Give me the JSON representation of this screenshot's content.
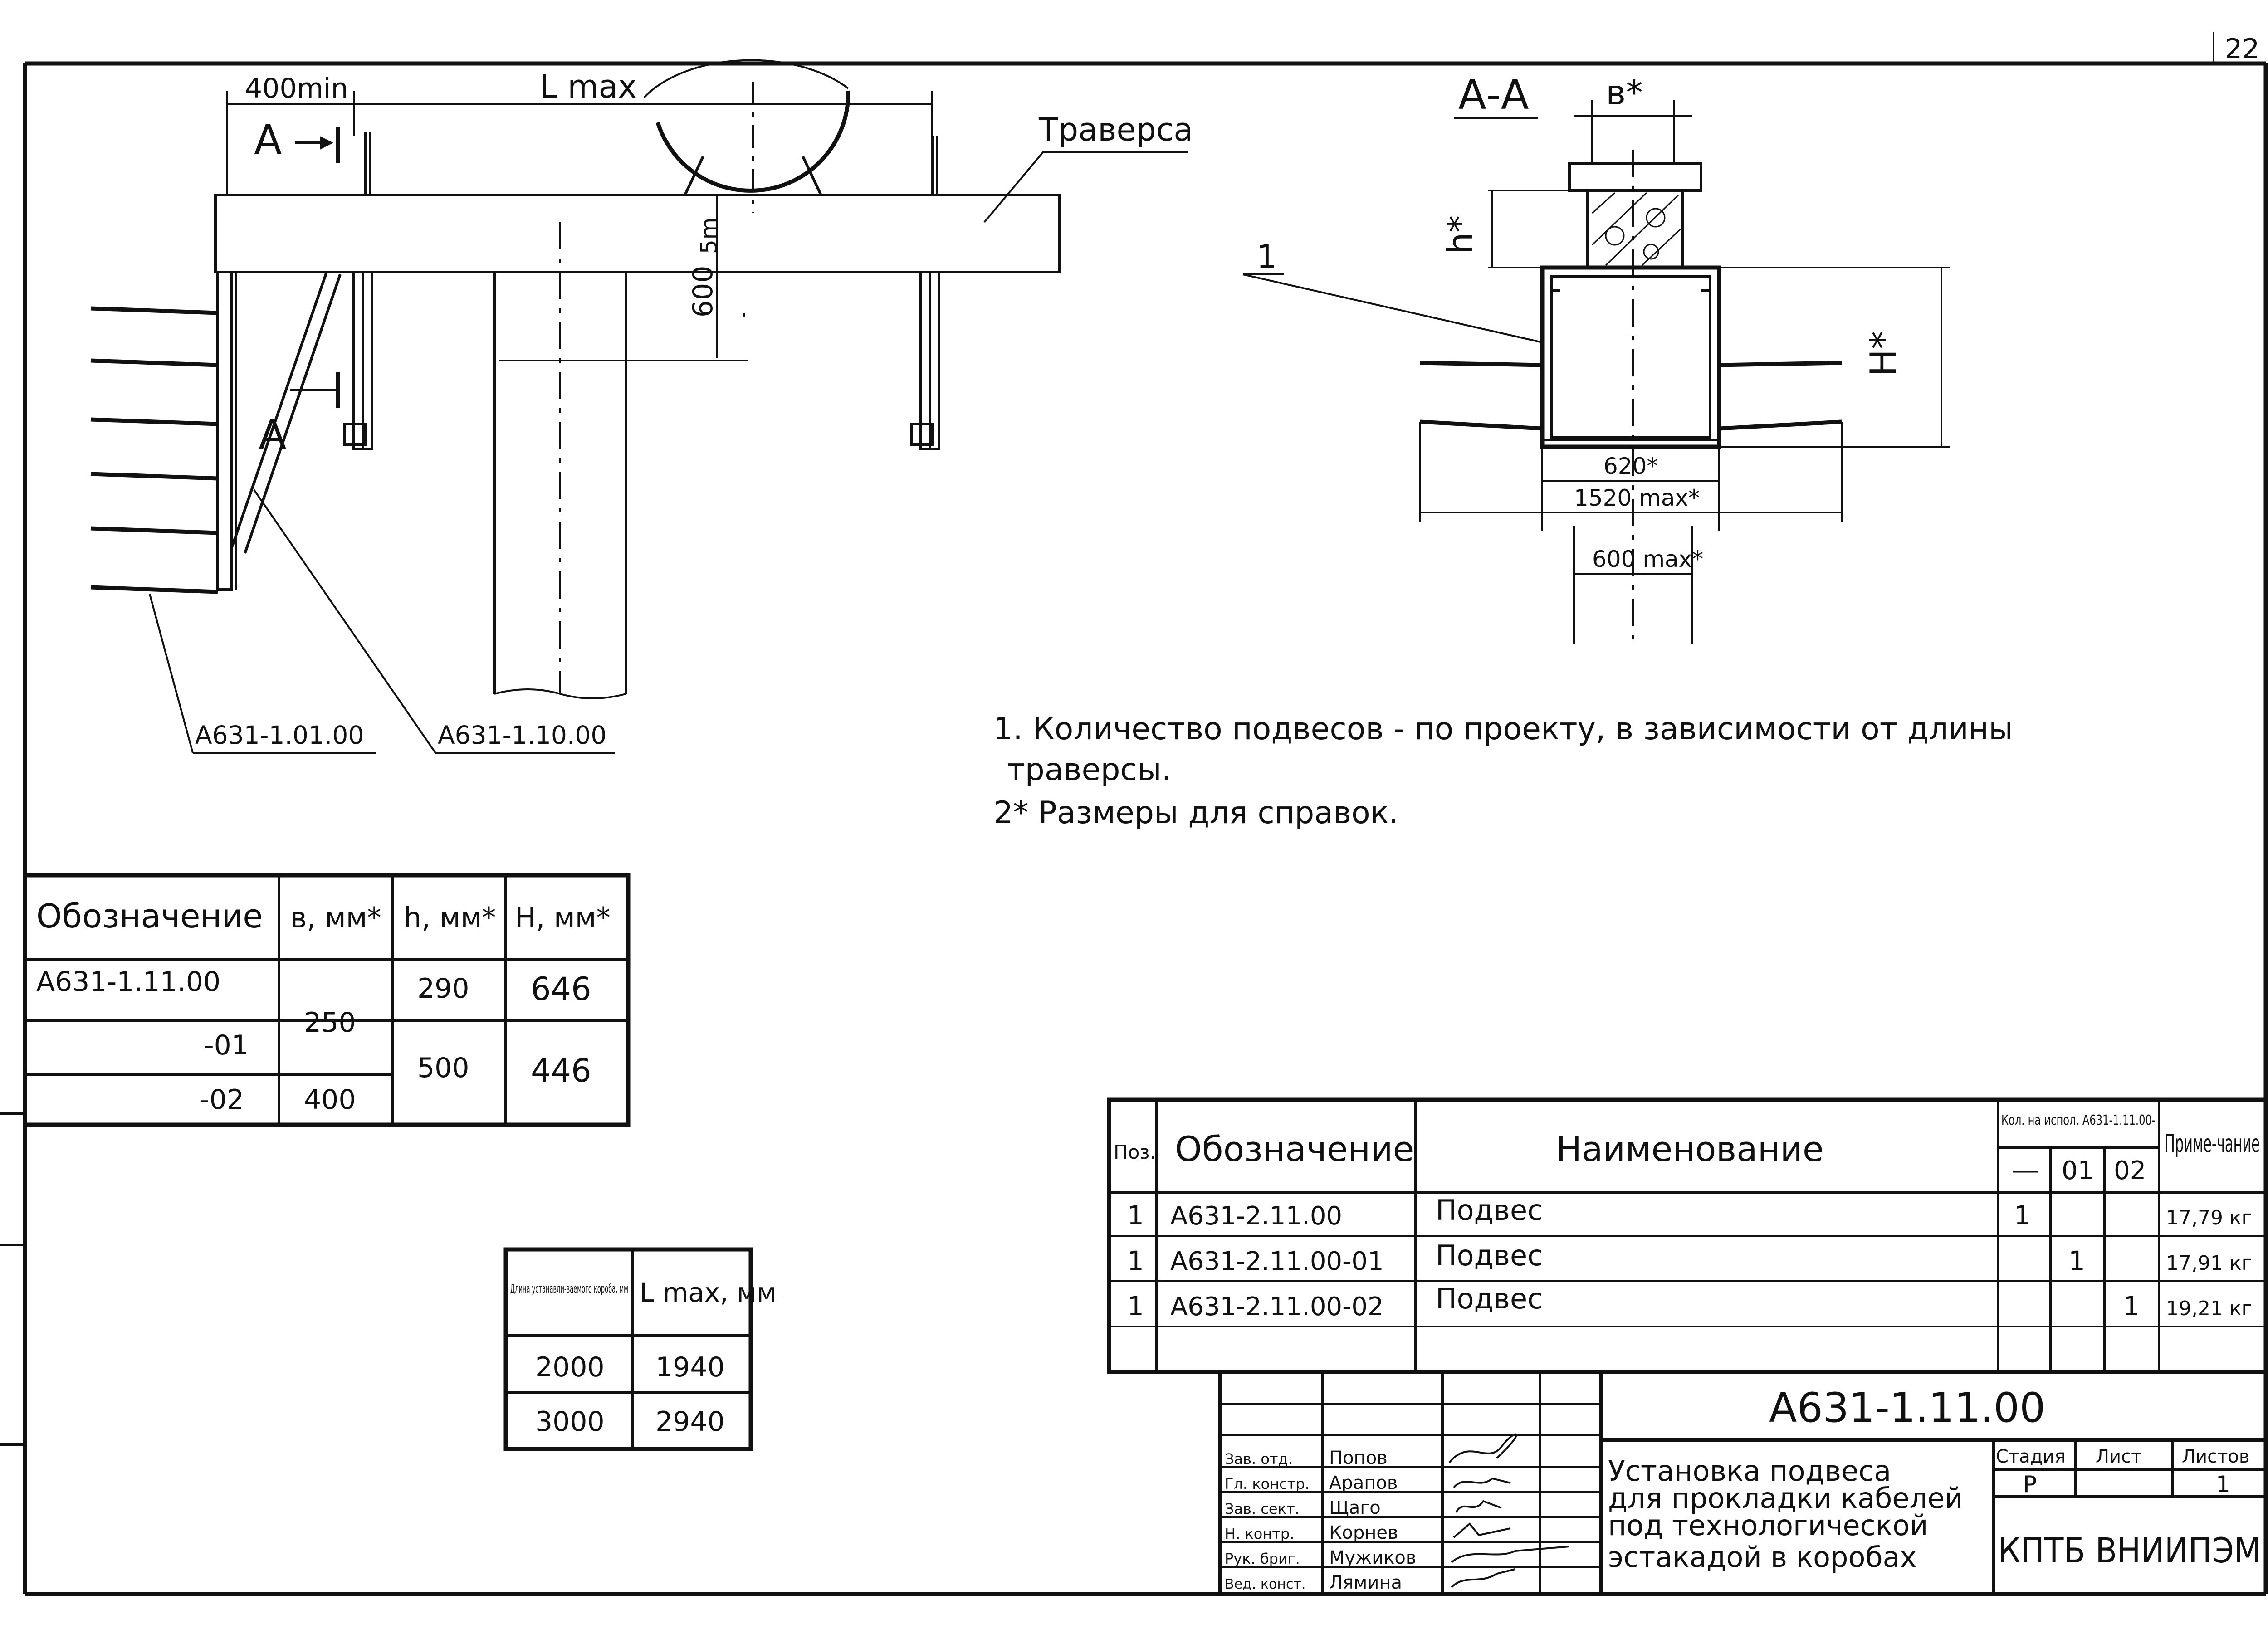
{
  "sheet": {
    "page_mark": "22",
    "left_drawing": {
      "dim_400min": "400min",
      "dim_lmax": "L max",
      "dim_600": "600",
      "dim_5m": "5m",
      "section_mark_left": "A",
      "section_mark_below": "A",
      "traverse_label": "Траверса",
      "callout_1": "А631-1.01.00",
      "callout_2": "А631-1.10.00"
    },
    "section_view": {
      "title": "А-А",
      "dim_b": "в*",
      "dim_h": "h*",
      "dim_H": "H*",
      "dim_620": "620*",
      "dim_1520": "1520 max*",
      "dim_600max": "600 max*",
      "pos_mark": "1"
    },
    "notes": [
      "1. Количество подвесов - по проекту, в зависимости от длины",
      "траверсы.",
      "2* Размеры для справок."
    ],
    "dims_table": {
      "headers": [
        "Обозначение",
        "в, мм*",
        "h, мм*",
        "H, мм*"
      ],
      "rows": [
        {
          "designation": "А631-1.11.00",
          "b": "250",
          "h": "290",
          "H": "646"
        },
        {
          "designation": "-01",
          "b": "",
          "h": "500",
          "H": "446"
        },
        {
          "designation": "-02",
          "b": "400",
          "h": "",
          "H": ""
        }
      ]
    },
    "length_table": {
      "header_left": "Длина устанавли-ваемого короба, мм",
      "header_right": "L max, мм",
      "rows": [
        {
          "length": "2000",
          "lmax": "1940"
        },
        {
          "length": "3000",
          "lmax": "2940"
        }
      ]
    },
    "spec_table": {
      "headers": {
        "pos": "Поз.",
        "designation": "Обозначение",
        "name": "Наименование",
        "qty": "Кол. на испол. А631-1.11.00-",
        "qty_cols": [
          "—",
          "01",
          "02"
        ],
        "note": "Приме-чание"
      },
      "rows": [
        {
          "pos": "1",
          "designation": "А631-2.11.00",
          "name": "Подвес",
          "q0": "1",
          "q1": "",
          "q2": "",
          "note": "17,79 кг"
        },
        {
          "pos": "1",
          "designation": "А631-2.11.00-01",
          "name": "Подвес",
          "q0": "",
          "q1": "1",
          "q2": "",
          "note": "17,91 кг"
        },
        {
          "pos": "1",
          "designation": "А631-2.11.00-02",
          "name": "Подвес",
          "q0": "",
          "q1": "",
          "q2": "1",
          "note": "19,21 кг"
        }
      ]
    },
    "title_block": {
      "doc_code": "А631-1.11.00",
      "title_lines": [
        "Установка подвеса",
        "для прокладки кабелей",
        "под технологической",
        "эстакадой в коробах"
      ],
      "stage_label": "Стадия",
      "sheet_label": "Лист",
      "sheets_label": "Листов",
      "stage": "Р",
      "sheets": "1",
      "org": "КПТБ ВНИИПЭМ",
      "roles": [
        {
          "role": "Зав. отд.",
          "name": "Попов"
        },
        {
          "role": "Гл. констр.",
          "name": "Арапов"
        },
        {
          "role": "Зав. сект.",
          "name": "Щаго"
        },
        {
          "role": "Н. контр.",
          "name": "Корнев"
        },
        {
          "role": "Рук. бриг.",
          "name": "Мужиков"
        },
        {
          "role": "Вед. конст.",
          "name": "Лямина"
        }
      ]
    }
  }
}
